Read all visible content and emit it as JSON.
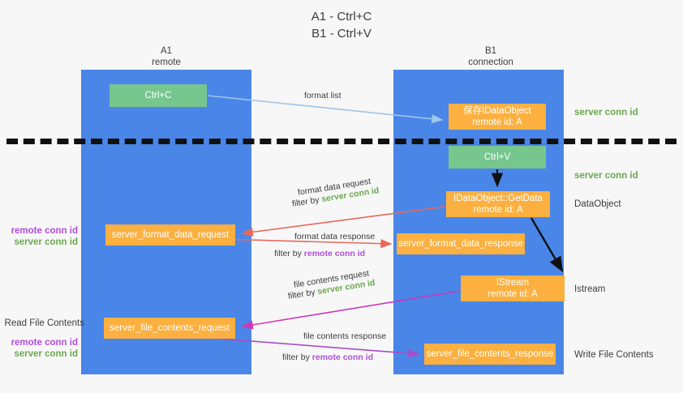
{
  "title": {
    "line1": "A1 - Ctrl+C",
    "line2": "B1 - Ctrl+V"
  },
  "columns": [
    {
      "name": "A1",
      "sub": "remote"
    },
    {
      "name": "B1",
      "sub": "connection"
    }
  ],
  "nodes": {
    "ctrl_c": {
      "line1": "Ctrl+C",
      "line2": "",
      "color": "#76c68e"
    },
    "data_object": {
      "line1": "保存IDataObject",
      "line2": "remote id: A",
      "color": "#fbb040"
    },
    "ctrl_v": {
      "line1": "Ctrl+V",
      "line2": "",
      "color": "#76c68e"
    },
    "get_data": {
      "line1": "IDataObject::GetData",
      "line2": "remote id: A",
      "color": "#fbb040"
    },
    "format_request": {
      "line1": "server_format_data_request",
      "line2": "",
      "color": "#fbb040"
    },
    "format_response": {
      "line1": "server_format_data_response",
      "line2": "",
      "color": "#fbb040"
    },
    "istream": {
      "line1": "IStream",
      "line2": "remote id: A",
      "color": "#fbb040"
    },
    "file_request": {
      "line1": "server_file_contents_request",
      "line2": "",
      "color": "#fbb040"
    },
    "file_response": {
      "line1": "server_file_contents_response",
      "line2": "",
      "color": "#fbb040"
    }
  },
  "side_labels": {
    "server_conn_id_top": "server conn id",
    "server_conn_id_mid": "server conn id",
    "data_object": "DataObject",
    "istream": "Istream",
    "write_file_contents": "Write File Contents"
  },
  "left_labels": {
    "remote_conn_id_1": "remote conn id",
    "server_conn_id_1": "server conn id",
    "read_file_contents": "Read File Contents",
    "remote_conn_id_2": "remote conn id",
    "server_conn_id_2": "server conn id"
  },
  "edges": {
    "format_list": "format list",
    "format_data_request": "format data request",
    "format_data_request_filter_prefix": "filter by ",
    "format_data_request_filter_value": "server conn id",
    "format_data_response": "format data response",
    "format_data_response_filter_prefix": "filter by ",
    "format_data_response_filter_value": "remote conn id",
    "file_contents_request": "file contents request",
    "file_contents_request_filter_prefix": "filter by ",
    "file_contents_request_filter_value": "server conn id",
    "file_contents_response": "file contents response",
    "file_contents_response_filter_prefix": "filter by ",
    "file_contents_response_filter_value": "remote conn id"
  },
  "colors": {
    "lane": "#4a86e8",
    "green_node": "#76c68e",
    "orange_node": "#fbb040",
    "green_text": "#6aa84f",
    "purple_text": "#b14fd8",
    "red_arrow": "#e8685a",
    "blue_arrow": "#9fc5e8",
    "magenta_arrow": "#cc39b7",
    "purple_arrow": "#a64ec6",
    "black_arrow": "#111111",
    "background": "#f7f7f7"
  }
}
